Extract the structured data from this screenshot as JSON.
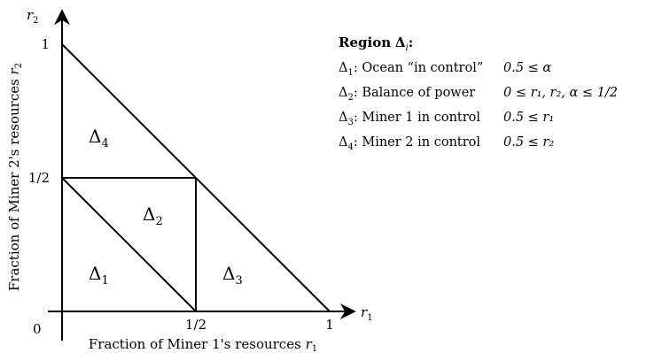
{
  "axes": {
    "x_symbol": "r",
    "x_subscript": "1",
    "y_symbol": "r",
    "y_subscript": "2",
    "x_label": "Fraction of Miner 1's resources",
    "y_label": "Fraction of Miner 2's resources",
    "origin": "0",
    "x_ticks": [
      "1/2",
      "1"
    ],
    "y_ticks": [
      "1/2",
      "1"
    ]
  },
  "regions": [
    {
      "symbol": "Δ",
      "index": "1"
    },
    {
      "symbol": "Δ",
      "index": "2"
    },
    {
      "symbol": "Δ",
      "index": "3"
    },
    {
      "symbol": "Δ",
      "index": "4"
    }
  ],
  "legend": {
    "title": "Region",
    "title_symbol": "Δ",
    "title_index": "i",
    "title_suffix": ":",
    "rows": [
      {
        "index": "1",
        "description": ": Ocean “in control”",
        "condition": "0.5 ≤ α"
      },
      {
        "index": "2",
        "description": ": Balance of power",
        "condition": "0 ≤ r₁, r₂, α ≤ 1/2"
      },
      {
        "index": "3",
        "description": ": Miner 1 in control",
        "condition": "0.5 ≤ r₁"
      },
      {
        "index": "4",
        "description": ": Miner 2 in control",
        "condition": "0.5 ≤ r₂"
      }
    ]
  }
}
